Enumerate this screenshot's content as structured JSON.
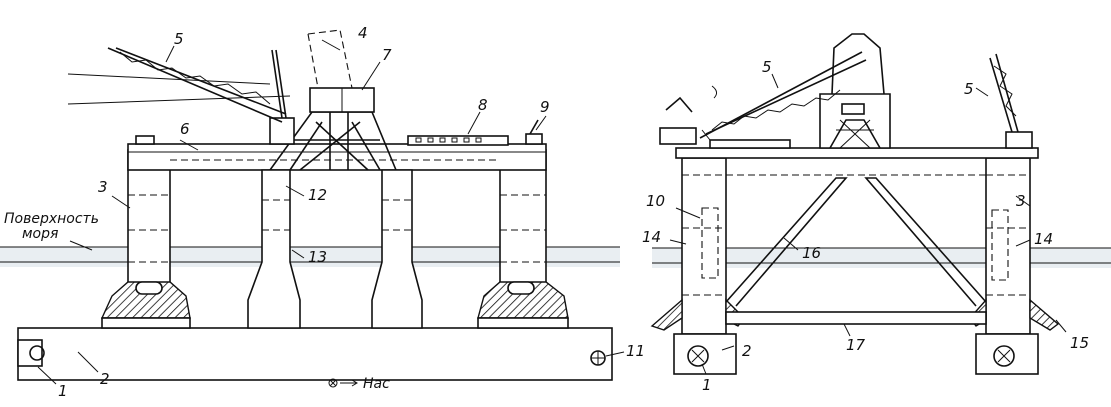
{
  "labels": {
    "sea_surface_line1": "Поверхность",
    "sea_surface_line2": "моря",
    "pump": "Нас"
  },
  "callouts_left": [
    "1",
    "2",
    "3",
    "4",
    "5",
    "6",
    "7",
    "8",
    "9",
    "11",
    "12",
    "13"
  ],
  "callouts_right": [
    "1",
    "2",
    "3",
    "5",
    "5",
    "10",
    "14",
    "14",
    "15",
    "16",
    "17"
  ]
}
